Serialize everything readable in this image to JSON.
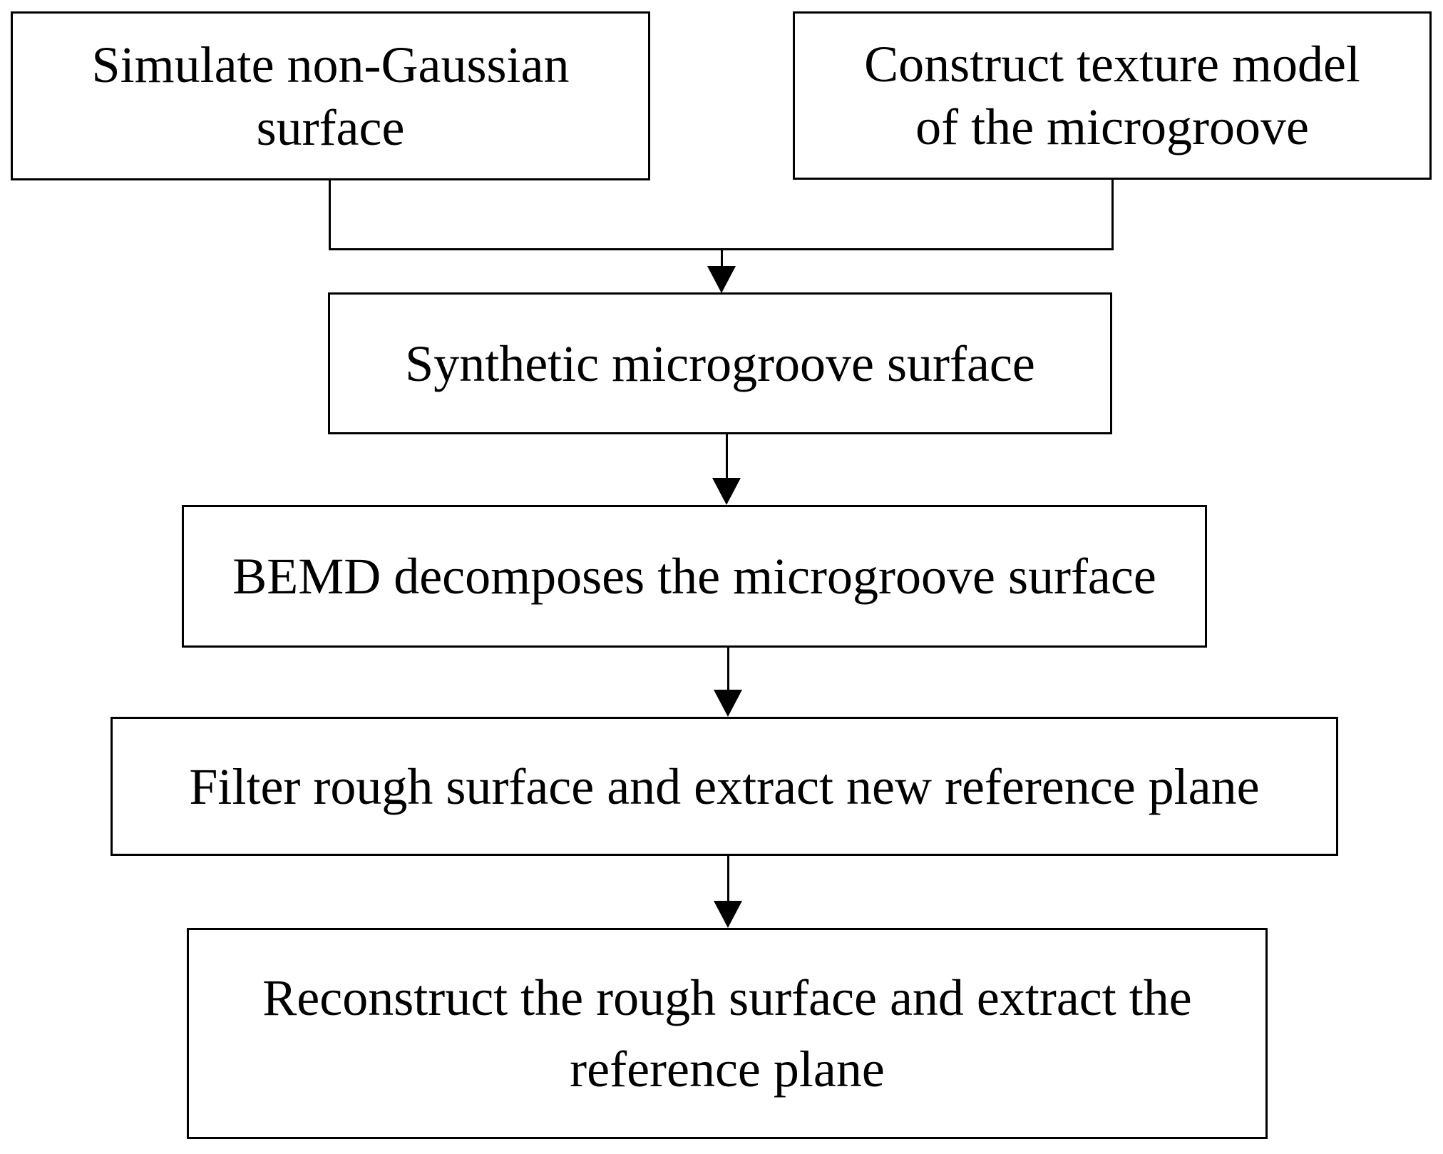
{
  "canvas": {
    "background": "#ffffff",
    "stroke_color": "#000000",
    "text_color": "#000000"
  },
  "flowchart": {
    "nodes": [
      {
        "id": "simulate-non-gaussian-surface",
        "lines": [
          "Simulate non-Gaussian",
          "surface"
        ]
      },
      {
        "id": "construct-texture-model",
        "lines": [
          "Construct texture model",
          "of the microgroove"
        ]
      },
      {
        "id": "synthetic-microgroove-surface",
        "lines": [
          "Synthetic microgroove surface"
        ]
      },
      {
        "id": "bemd-decomposes-surface",
        "lines": [
          "BEMD decomposes the microgroove surface"
        ]
      },
      {
        "id": "filter-rough-surface",
        "lines": [
          "Filter rough surface and extract new reference plane"
        ]
      },
      {
        "id": "reconstruct-rough-surface",
        "lines": [
          "Reconstruct the rough surface and extract the",
          "reference plane"
        ]
      }
    ],
    "edges": [
      {
        "from": "simulate-non-gaussian-surface",
        "to": "synthetic-microgroove-surface"
      },
      {
        "from": "construct-texture-model",
        "to": "synthetic-microgroove-surface"
      },
      {
        "from": "synthetic-microgroove-surface",
        "to": "bemd-decomposes-surface"
      },
      {
        "from": "bemd-decomposes-surface",
        "to": "filter-rough-surface"
      },
      {
        "from": "filter-rough-surface",
        "to": "reconstruct-rough-surface"
      }
    ]
  }
}
